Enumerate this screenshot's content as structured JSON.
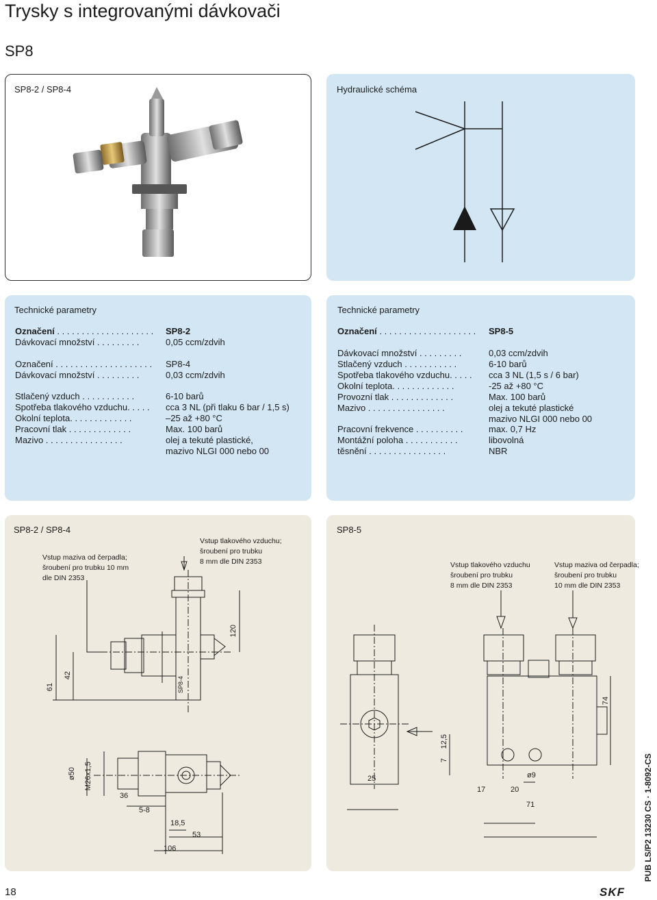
{
  "page": {
    "title": "Trysky s integrovanými dávkovači",
    "subtitle": "SP8",
    "page_number": "18",
    "pub_code": "PUB LS/P2 13230 CS · 1-8092-CS",
    "brand": "SKF"
  },
  "product_panel": {
    "title": "SP8-2 / SP8-4"
  },
  "hydraulic_panel": {
    "title": "Hydraulické schéma"
  },
  "tech_left": {
    "title": "Technické parametry",
    "rows": [
      {
        "label": "Označení",
        "dots": " . . . . . . . . . . . . . . . . . . . . ",
        "value": "SP8-2",
        "bold": true
      },
      {
        "label": "Dávkovací množství",
        "dots": " . . . . . . . . . ",
        "value": "0,05 ccm/zdvih"
      },
      {
        "label": "Označení",
        "dots": " . . . . . . . . . . . . . . . . . . . . ",
        "value": "SP8-4"
      },
      {
        "label": "Dávkovací množství",
        "dots": " . . . . . . . . . ",
        "value": "0,03 ccm/zdvih"
      },
      {
        "label": "Stlačený vzduch",
        "dots": " . . . . . . . . . . . ",
        "value": "6-10 barů"
      },
      {
        "label": "Spotřeba tlakového vzduchu",
        "dots": ". . . . . ",
        "value": "cca 3 NL (při tlaku 6 bar / 1,5 s)"
      },
      {
        "label": "Okolní teplota",
        "dots": ". . . . . . . . . . . . . ",
        "value": "–25 až +80 °C"
      },
      {
        "label": "Pracovní tlak",
        "dots": " . . . . . . . . . . . . . ",
        "value": "Max. 100 barů"
      },
      {
        "label": "Mazivo",
        "dots": " . . . . . . . . . . . . . . . . ",
        "value": "olej a tekuté plastické,"
      },
      {
        "label": "",
        "dots": "",
        "value": "mazivo NLGI 000 nebo 00"
      }
    ]
  },
  "tech_right": {
    "title": "Technické parametry",
    "rows": [
      {
        "label": "Označení",
        "dots": " . . . . . . . . . . . . . . . . . . . . ",
        "value": "SP8-5",
        "bold": true
      },
      {
        "label": "Dávkovací množství",
        "dots": " . . . . . . . . . ",
        "value": "0,03 ccm/zdvih"
      },
      {
        "label": "Stlačený vzduch",
        "dots": " . . . . . . . . . . . ",
        "value": "6-10 barů"
      },
      {
        "label": "Spotřeba tlakového vzduchu",
        "dots": ". . . . . ",
        "value": "cca 3 NL (1,5 s / 6 bar)"
      },
      {
        "label": "Okolní teplota",
        "dots": ". . . . . . . . . . . . . ",
        "value": "-25 až +80 °C"
      },
      {
        "label": "Provozní tlak",
        "dots": " . . . . . . . . . . . . . ",
        "value": "Max. 100 barů"
      },
      {
        "label": "Mazivo",
        "dots": " . . . . . . . . . . . . . . . . ",
        "value": "olej a tekuté plastické"
      },
      {
        "label": "",
        "dots": "",
        "value": "mazivo NLGI 000 nebo 00"
      },
      {
        "label": "Pracovní frekvence",
        "dots": " . . . . . . . . . . ",
        "value": "max. 0,7 Hz"
      },
      {
        "label": "Montážní poloha",
        "dots": " . . . . . . . . . . . ",
        "value": "libovolná"
      },
      {
        "label": "těsnění",
        "dots": " . . . . . . . . . . . . . . . . ",
        "value": "NBR"
      }
    ]
  },
  "drawing_left": {
    "title": "SP8-2 / SP8-4",
    "note_lube": "Vstup maziva od čerpadla;\nšroubení pro trubku 10 mm\ndle DIN 2353",
    "note_air": "Vstup tlakového vzduchu;\nšroubení pro trubku\n8 mm dle DIN 2353",
    "dims": {
      "d120": "120",
      "d61": "61",
      "d42": "42",
      "dia50": "ø50",
      "m26": "M26x1,5",
      "d36": "36",
      "d5_8": "5-8",
      "d18_5": "18,5",
      "d53": "53",
      "d106": "106",
      "sp84": "SP8-4"
    }
  },
  "drawing_right": {
    "title": "SP8-5",
    "note_air": "Vstup tlakového vzduchu\nšroubení pro trubku\n8 mm dle DIN 2353",
    "note_lube": "Vstup maziva od čerpadla;\nšroubení pro trubku\n10 mm dle DIN 2353",
    "dims": {
      "d74": "74",
      "d12_5": "12,5",
      "d7": "7",
      "d25": "25",
      "dia9": "ø9",
      "d17": "17",
      "d20": "20",
      "d71": "71"
    }
  }
}
